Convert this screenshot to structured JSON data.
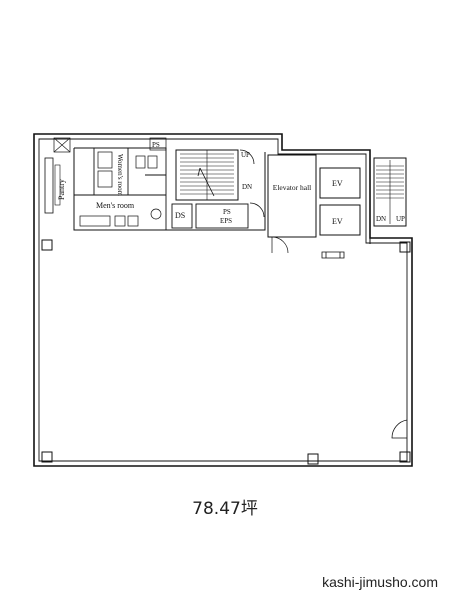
{
  "labels": {
    "pantry": "Pantry",
    "womens_room": "Women's room",
    "mens_room": "Men's room",
    "ps_small": "PS",
    "up_left": "UP",
    "dn_left": "DN",
    "ds": "DS",
    "ps": "PS",
    "eps": "EPS",
    "elevator_hall": "Elevator hall",
    "ev1": "EV",
    "ev2": "EV",
    "dn_right": "DN",
    "up_right": "UP"
  },
  "area": "78.47坪",
  "website": "kashi-jimusho.com"
}
